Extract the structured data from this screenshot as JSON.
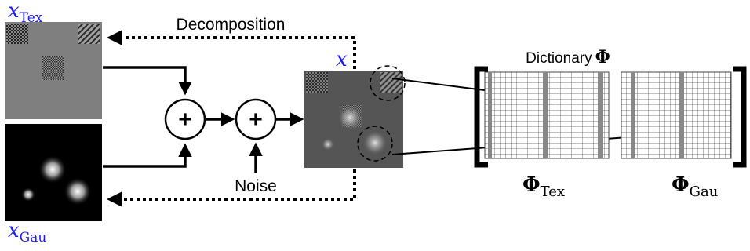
{
  "labels": {
    "tex_var": "x",
    "tex_sub": "Tex",
    "gau_var": "x",
    "gau_sub": "Gau",
    "mix_var": "x",
    "decomposition": "Decomposition",
    "noise": "Noise",
    "plus": "+",
    "dictionary_title": "Dictionary",
    "dictionary_symbol": "Φ",
    "phi_tex_symbol": "Φ",
    "phi_tex_sub": "Tex",
    "phi_gau_symbol": "Φ",
    "phi_gau_sub": "Gau"
  },
  "colors": {
    "math_blue": "#1a1aff",
    "gray_image": "#7f7f7f",
    "dark_image": "#000000",
    "mixed_image": "#555555"
  }
}
